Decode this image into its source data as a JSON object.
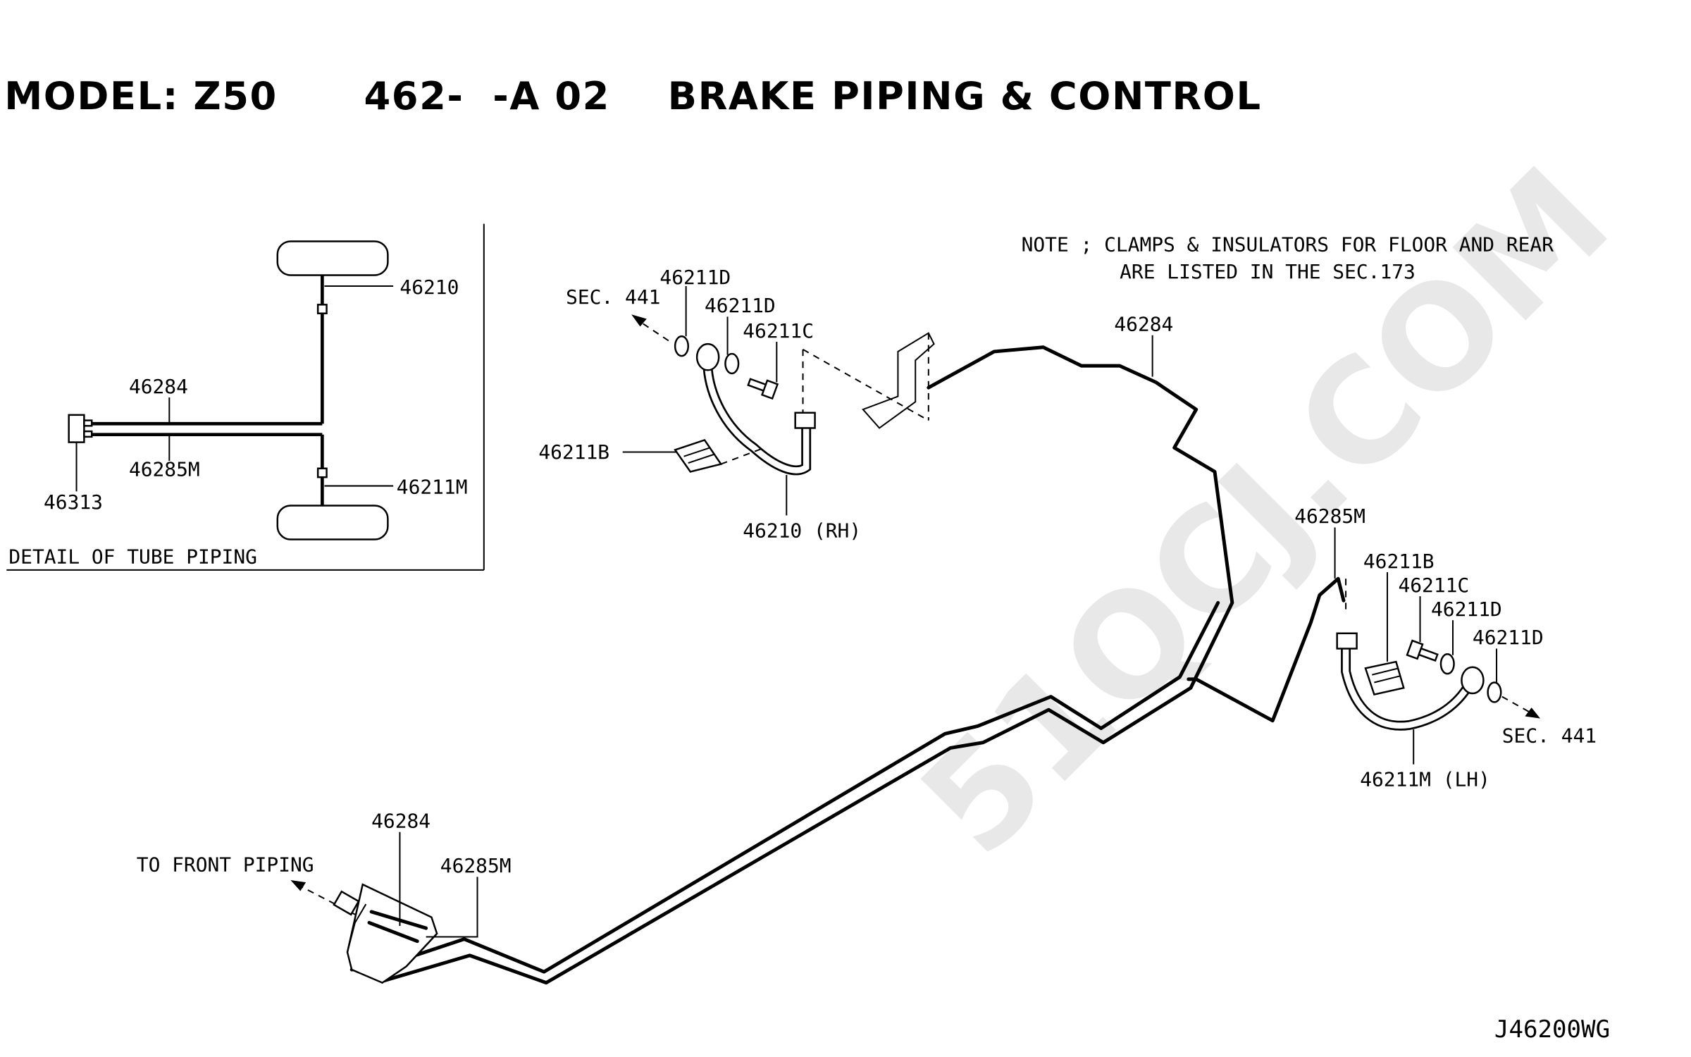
{
  "header": {
    "title": "MODEL: Z50      462-  -A 02    BRAKE PIPING & CONTROL"
  },
  "note": {
    "line1": "NOTE ; CLAMPS & INSULATORS FOR FLOOR AND REAR",
    "line2": "ARE LISTED IN THE SEC.173"
  },
  "detail": {
    "caption": "DETAIL OF TUBE PIPING",
    "labels": {
      "top_hose": "46210",
      "upper_tube": "46284",
      "lower_tube": "46285M",
      "connector": "46313",
      "bottom_hose": "46211M"
    }
  },
  "rh_assembly": {
    "sec_ref": "SEC. 441",
    "washer_outer": "46211D",
    "washer_inner": "46211D",
    "bolt": "46211C",
    "clip": "46211B",
    "hose": "46210 (RH)"
  },
  "lh_assembly": {
    "tube": "46285M",
    "clip": "46211B",
    "bolt": "46211C",
    "washer_inner": "46211D",
    "washer_outer": "46211D",
    "sec_ref": "SEC. 441",
    "hose": "46211M (LH)"
  },
  "main": {
    "upper_tube": "46284",
    "front_tube_upper": "46284",
    "front_tube_lower": "46285M",
    "to_front": "TO FRONT PIPING"
  },
  "footer": {
    "figure_code": "J46200WG"
  },
  "watermark": "51QCJ.COM"
}
